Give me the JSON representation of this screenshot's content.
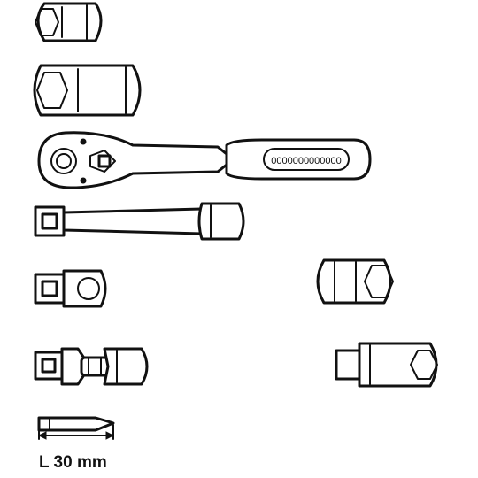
{
  "colors": {
    "outline": "#111111",
    "background": "#ffffff"
  },
  "tools": [
    {
      "name": "short-socket"
    },
    {
      "name": "deep-socket"
    },
    {
      "name": "ratchet-handle"
    },
    {
      "name": "extension-bar"
    },
    {
      "name": "socket-adapter"
    },
    {
      "name": "universal-joint"
    },
    {
      "name": "spark-plug-socket"
    },
    {
      "name": "bit-socket"
    },
    {
      "name": "screwdriver-bit"
    }
  ],
  "dimension": {
    "label": "L 30 mm"
  }
}
